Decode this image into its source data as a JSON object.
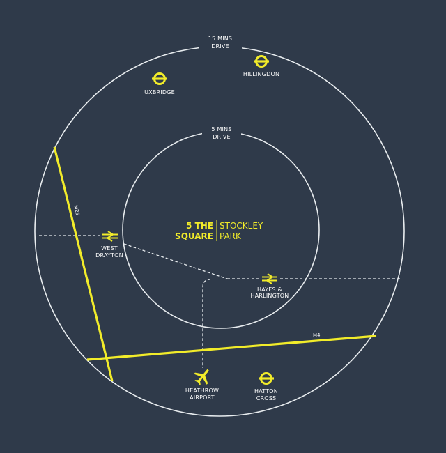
{
  "colors": {
    "background": "#2f3a4a",
    "ring": "#ffffff",
    "accent": "#f2ec2a",
    "route": "#ffffff"
  },
  "rings": {
    "outer": {
      "line1": "15 MINS",
      "line2": "DRIVE"
    },
    "inner": {
      "line1": "5 MINS",
      "line2": "DRIVE"
    }
  },
  "brand": {
    "name_line1": "5 THE",
    "name_line2": "SQUARE",
    "place_line1": "STOCKLEY",
    "place_line2": "PARK"
  },
  "roads": {
    "m25": "M25",
    "m4": "M4"
  },
  "places": {
    "uxbridge": {
      "line1": "UXBRIDGE",
      "icon": "underground-roundel-icon"
    },
    "hillingdon": {
      "line1": "HILLINGDON",
      "icon": "underground-roundel-icon"
    },
    "west_drayton": {
      "line1": "WEST",
      "line2": "DRAYTON",
      "icon": "national-rail-icon"
    },
    "hayes": {
      "line1": "HAYES &",
      "line2": "HARLINGTON",
      "icon": "national-rail-icon"
    },
    "heathrow": {
      "line1": "HEATHROW",
      "line2": "AIRPORT",
      "icon": "airplane-icon"
    },
    "hatton": {
      "line1": "HATTON",
      "line2": "CROSS",
      "icon": "underground-roundel-icon"
    }
  }
}
